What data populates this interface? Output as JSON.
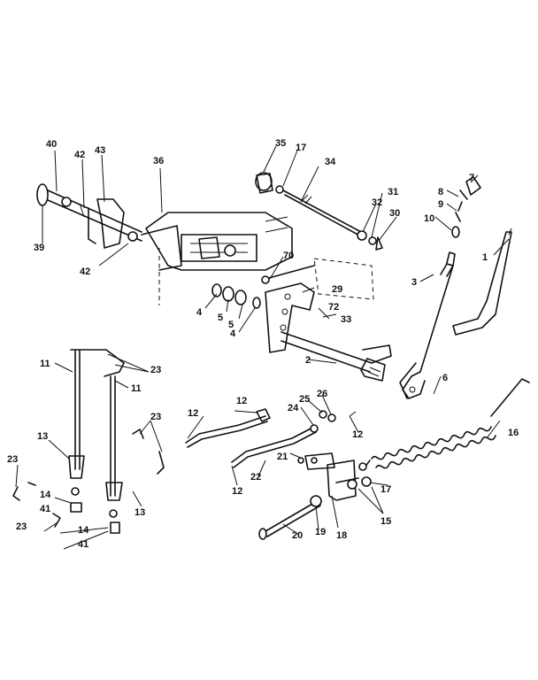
{
  "diagram": {
    "callouts": {
      "c1": "1",
      "c2": "2",
      "c3": "3",
      "c4a": "4",
      "c4b": "4",
      "c5a": "5",
      "c5b": "5",
      "c6": "6",
      "c7": "7",
      "c8": "8",
      "c9": "9",
      "c10": "10",
      "c11a": "11",
      "c11b": "11",
      "c12a": "12",
      "c12b": "12",
      "c12c": "12",
      "c12d": "12",
      "c13a": "13",
      "c13b": "13",
      "c14a": "14",
      "c14b": "14",
      "c15": "15",
      "c16": "16",
      "c17a": "17",
      "c17b": "17",
      "c18": "18",
      "c19": "19",
      "c20": "20",
      "c21": "21",
      "c22": "22",
      "c23a": "23",
      "c23b": "23",
      "c23c": "23",
      "c23d": "23",
      "c24": "24",
      "c25": "25",
      "c26": "26",
      "c29": "29",
      "c30": "30",
      "c31": "31",
      "c32": "32",
      "c33": "33",
      "c34": "34",
      "c35": "35",
      "c36": "36",
      "c39": "39",
      "c40": "40",
      "c41a": "41",
      "c41b": "41",
      "c42a": "42",
      "c42b": "42",
      "c43": "43",
      "c70": "70",
      "c72": "72"
    }
  }
}
